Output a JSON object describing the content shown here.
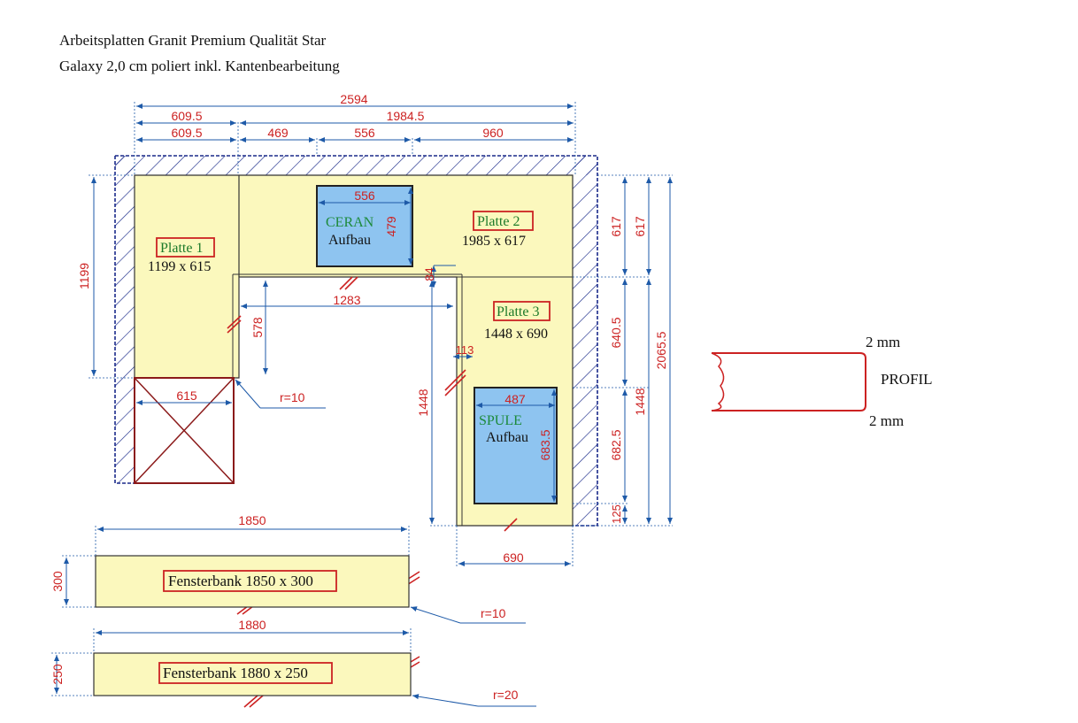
{
  "title": {
    "line1": "Arbeitsplatten Granit Premium Qualität Star",
    "line2": "Galaxy 2,0 cm poliert inkl. Kantenbearbeitung"
  },
  "colors": {
    "dim": "#cc2222",
    "dimline": "#1e5aa8",
    "slab": "#fbf8bd",
    "cutout": "#8ec4f0",
    "platte_label": "#1c7a2a",
    "cutout_label": "#1c8a3a",
    "box": "#cc2222",
    "hatch": "#1a2a8a"
  },
  "dims": {
    "d2594": "2594",
    "d609a": "609.5",
    "d1984": "1984.5",
    "d609b": "609.5",
    "d469": "469",
    "d556top": "556",
    "d960": "960",
    "d556": "556",
    "d479": "479",
    "d1199": "1199",
    "d84": "84",
    "d1283": "1283",
    "d578": "578",
    "d113": "113",
    "d615": "615",
    "r10a": "r=10",
    "d1448left": "1448",
    "d487": "487",
    "d683": "683.5",
    "d617a": "617",
    "d617b": "617",
    "d640": "640.5",
    "d2065": "2065.5",
    "d1448right": "1448",
    "d682": "682.5",
    "d125": "125",
    "d690": "690",
    "d1850": "1850",
    "d300": "300",
    "r10b": "r=10",
    "d1880": "1880",
    "d250": "250",
    "r20": "r=20"
  },
  "plates": {
    "p1": {
      "label": "Platte 1",
      "size": "1199 x 615"
    },
    "p2": {
      "label": "Platte 2",
      "size": "1985 x 617"
    },
    "p3": {
      "label": "Platte 3",
      "size": "1448 x 690"
    }
  },
  "cutouts": {
    "ceran": {
      "label": "CERAN",
      "sub": "Aufbau"
    },
    "spule": {
      "label": "SPULE",
      "sub": "Aufbau"
    }
  },
  "windowsills": {
    "w1": "Fensterbank 1850 x 300",
    "w2": "Fensterbank 1880 x 250"
  },
  "profile": {
    "top": "2 mm",
    "bottom": "2 mm",
    "label": "PROFIL"
  }
}
